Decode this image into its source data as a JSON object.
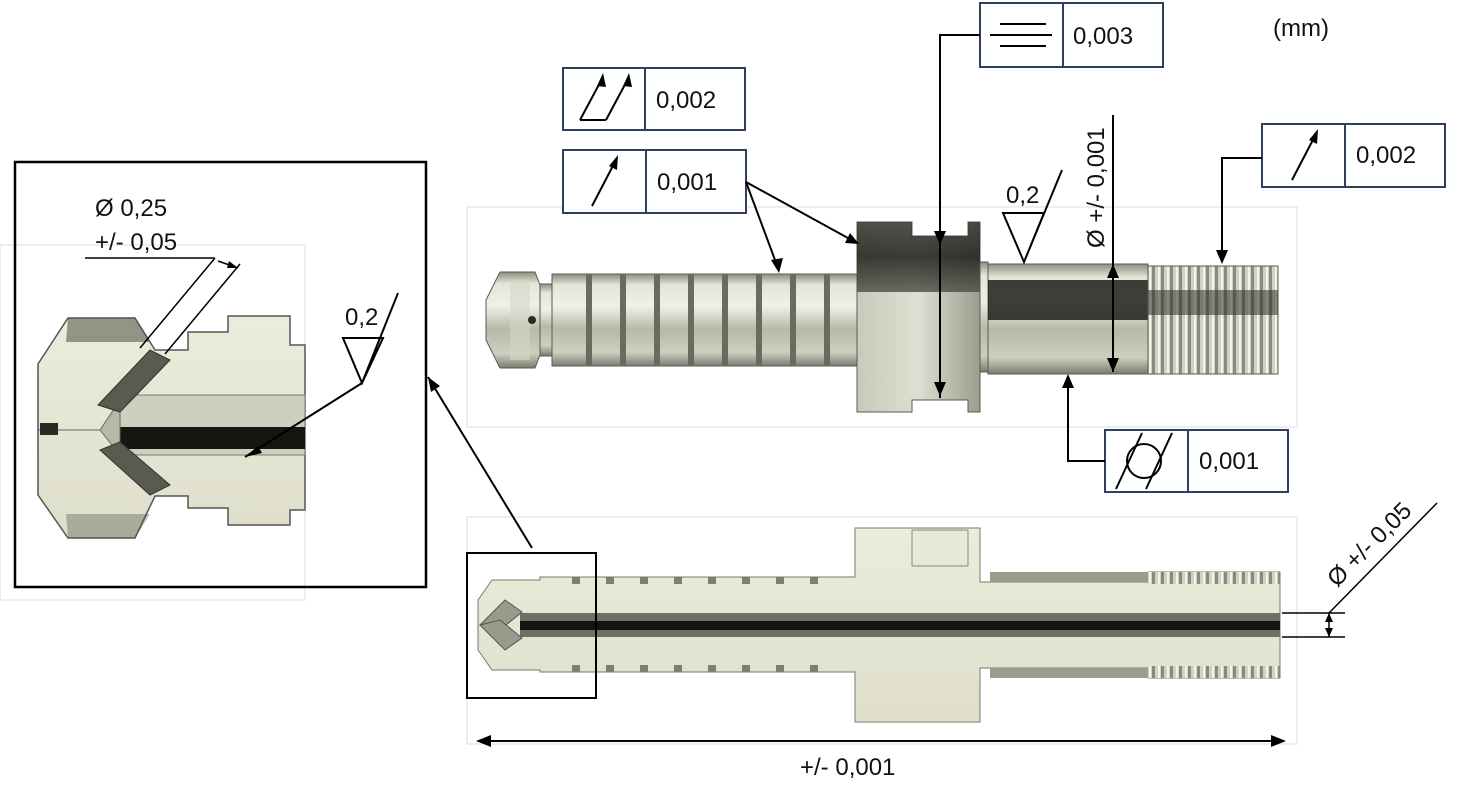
{
  "units": "(mm)",
  "tolerance_frames": {
    "flatness": {
      "symbol": "flatness-icon",
      "value": "0,003"
    },
    "total_runout": {
      "symbol": "total-runout-icon",
      "value": "0,002"
    },
    "circular_runout_left": {
      "symbol": "circular-runout-icon",
      "value": "0,001"
    },
    "circular_runout_right": {
      "symbol": "circular-runout-icon",
      "value": "0,002"
    },
    "cylindricity": {
      "symbol": "cylindricity-icon",
      "value": "0,001"
    }
  },
  "dimensions": {
    "shaft_diameter": "Ø +/- 0,001",
    "bore_diameter": "Ø +/- 0,05",
    "overall_length": "+/- 0,001",
    "hole_diameter_line1": "Ø 0,25",
    "hole_diameter_line2": "+/- 0,05"
  },
  "surface_finish": {
    "main": "0,2",
    "detail": "0,2"
  },
  "colors": {
    "frame_border": "#2f3f5f",
    "part_light": "#e6e6d6",
    "part_mid": "#b4b4a0",
    "part_dark": "#262620"
  }
}
